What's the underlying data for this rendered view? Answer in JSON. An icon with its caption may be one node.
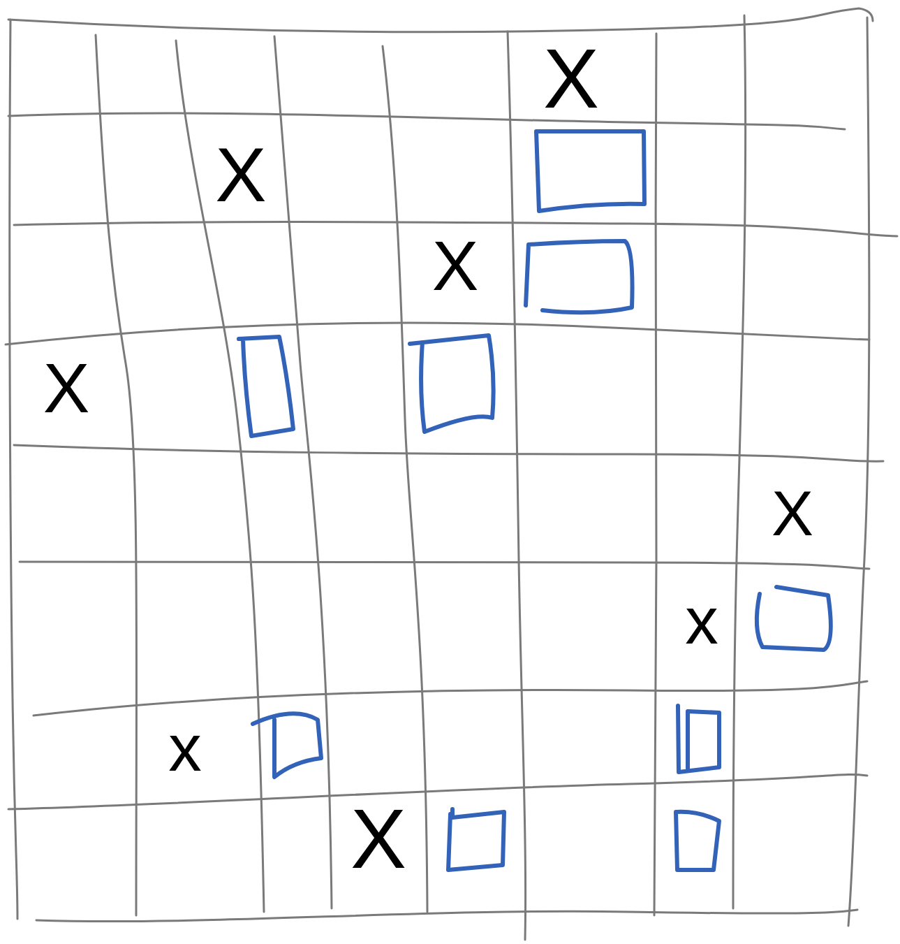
{
  "diagram": {
    "nodes": [
      {
        "text": [],
        "shape": "box"
      },
      {
        "text": [],
        "shape": "box"
      },
      {
        "text": [],
        "shape": "box"
      },
      {
        "text": [],
        "shape": "box"
      },
      {
        "text": [],
        "shape": "box"
      },
      {
        "text": [],
        "shape": "box"
      },
      {
        "text": [],
        "shape": "box"
      },
      {
        "text": [],
        "shape": "box"
      },
      {
        "text": [],
        "shape": "box"
      }
    ],
    "labels": [
      "X",
      "X",
      "X",
      "X",
      "X",
      "x",
      "x",
      "X"
    ]
  }
}
